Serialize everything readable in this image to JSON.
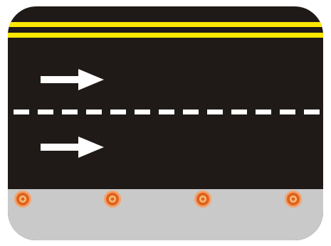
{
  "road": {
    "lanes": [
      {
        "direction": "right"
      },
      {
        "direction": "right"
      }
    ],
    "center_line": "white-dashed",
    "edge_line": "double-yellow",
    "delineators": {
      "count": 4
    }
  },
  "colors": {
    "asphalt": "#1f1a17",
    "edge_line": "#ffe800",
    "lane_marking": "#ffffff",
    "arrow": "#ffffff",
    "shoulder": "#c9c9c9",
    "delineator_outer": "#f2a36b",
    "delineator_inner": "#e0621f",
    "delineator_core": "#f6c07a",
    "background": "#ffffff"
  },
  "icons": {
    "lane_arrow": "right-arrow-icon",
    "delineator": "road-stud-icon"
  }
}
